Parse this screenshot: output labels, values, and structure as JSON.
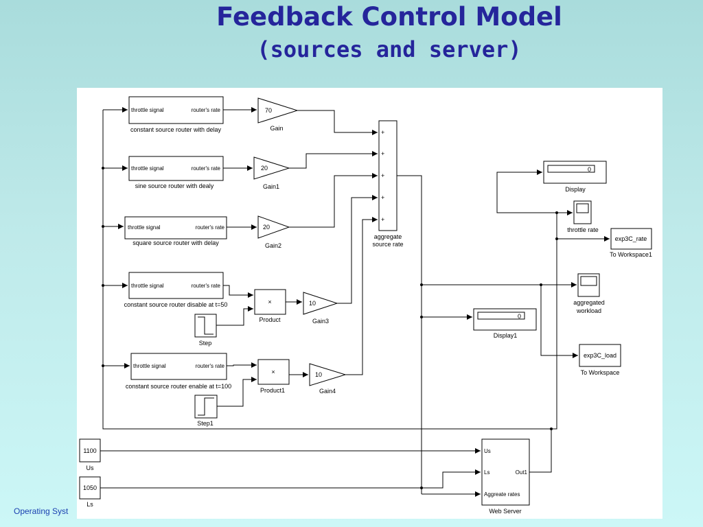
{
  "slide": {
    "title": "Feedback Control Model",
    "subtitle": "(sources and server)",
    "footer": "Operating Syst"
  },
  "sources": [
    {
      "in_port": "throttle signal",
      "out_port": "router's rate",
      "label": "constant source router with delay"
    },
    {
      "in_port": "throttle signal",
      "out_port": "router's rate",
      "label": "sine source router with dealy"
    },
    {
      "in_port": "throttle signal",
      "out_port": "router's rate",
      "label": "square source router with delay"
    },
    {
      "in_port": "throttle signal",
      "out_port": "router's rate",
      "label": "constant source router disable at t=50"
    },
    {
      "in_port": "throttle signal",
      "out_port": "router's rate",
      "label": "constant source router enable at t=100"
    }
  ],
  "gains": [
    {
      "value": "70",
      "label": "Gain"
    },
    {
      "value": "20",
      "label": "Gain1"
    },
    {
      "value": "20",
      "label": "Gain2"
    },
    {
      "value": "10",
      "label": "Gain3"
    },
    {
      "value": "10",
      "label": "Gain4"
    }
  ],
  "products": [
    {
      "symbol": "×",
      "label": "Product"
    },
    {
      "symbol": "×",
      "label": "Product1"
    }
  ],
  "steps": [
    {
      "label": "Step"
    },
    {
      "label": "Step1"
    }
  ],
  "sum": {
    "signs": [
      "+",
      "+",
      "+",
      "+",
      "+"
    ],
    "label_line1": "aggregate",
    "label_line2": "source rate"
  },
  "displays": [
    {
      "value": "0",
      "label": "Display"
    },
    {
      "value": "0",
      "label": "Display1"
    }
  ],
  "scopes": [
    {
      "label_line1": "throttle rate",
      "label_line2": ""
    },
    {
      "label_line1": "aggregated",
      "label_line2": "workload"
    }
  ],
  "workspaces": [
    {
      "variable": "exp3C_rate",
      "label": "To Workspace1"
    },
    {
      "variable": "exp3C_load",
      "label": "To Workspace"
    }
  ],
  "constants": [
    {
      "value": "1100",
      "label": "Us"
    },
    {
      "value": "1050",
      "label": "Ls"
    }
  ],
  "server": {
    "inputs": [
      "Us",
      "Ls",
      "Aggreate rates"
    ],
    "output": "Out1",
    "label": "Web Server"
  }
}
